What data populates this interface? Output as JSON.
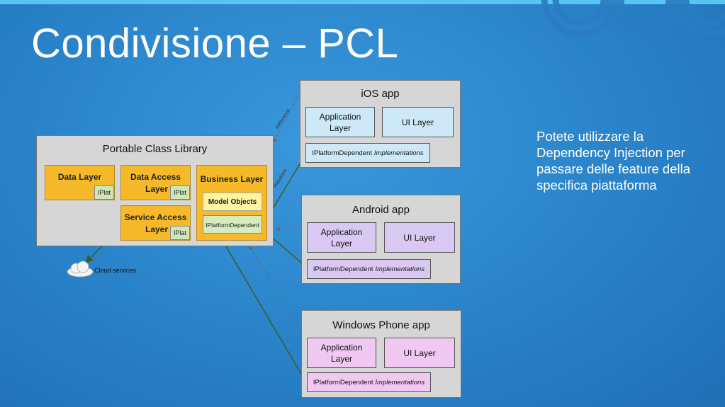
{
  "slide": {
    "title": "Condivisione – PCL",
    "side_text": "Potete utilizzare la Dependency Injection per passare delle feature della specifica piattaforma"
  },
  "pcl": {
    "title": "Portable Class Library",
    "data_layer": "Data Layer",
    "data_access_line1": "Data Access",
    "data_access_line2": "Layer",
    "service_access_line1": "Service Access",
    "service_access_line2": "Layer",
    "business_layer": "Business Layer",
    "model_objects": "Model Objects",
    "iplatform_dependent": "IPlatformDependent",
    "iplat": "IPlat"
  },
  "apps": [
    {
      "title": "iOS app",
      "app_layer_line1": "Application",
      "app_layer_line2": "Layer",
      "ui_layer": "UI Layer",
      "impl_name": "IPlatformDependent",
      "impl_suffix": "Implementations"
    },
    {
      "title": "Android app",
      "app_layer_line1": "Application",
      "app_layer_line2": "Layer",
      "ui_layer": "UI Layer",
      "impl_name": "IPlatformDependent",
      "impl_suffix": "Implementations"
    },
    {
      "title": "Windows Phone app",
      "app_layer_line1": "Application",
      "app_layer_line2": "Layer",
      "ui_layer": "UI Layer",
      "impl_name": "IPlatformDependent",
      "impl_suffix": "Implementations"
    }
  ],
  "cloud_label": "Cloud services",
  "arrow_labels": {
    "top": "Reference",
    "bottom": "Plataform"
  },
  "colors": {
    "ios_fill": "#cde9f7",
    "android_fill": "#d9c9f2",
    "winphone_fill": "#f1c8f2",
    "connector": "#3d5a1e"
  }
}
